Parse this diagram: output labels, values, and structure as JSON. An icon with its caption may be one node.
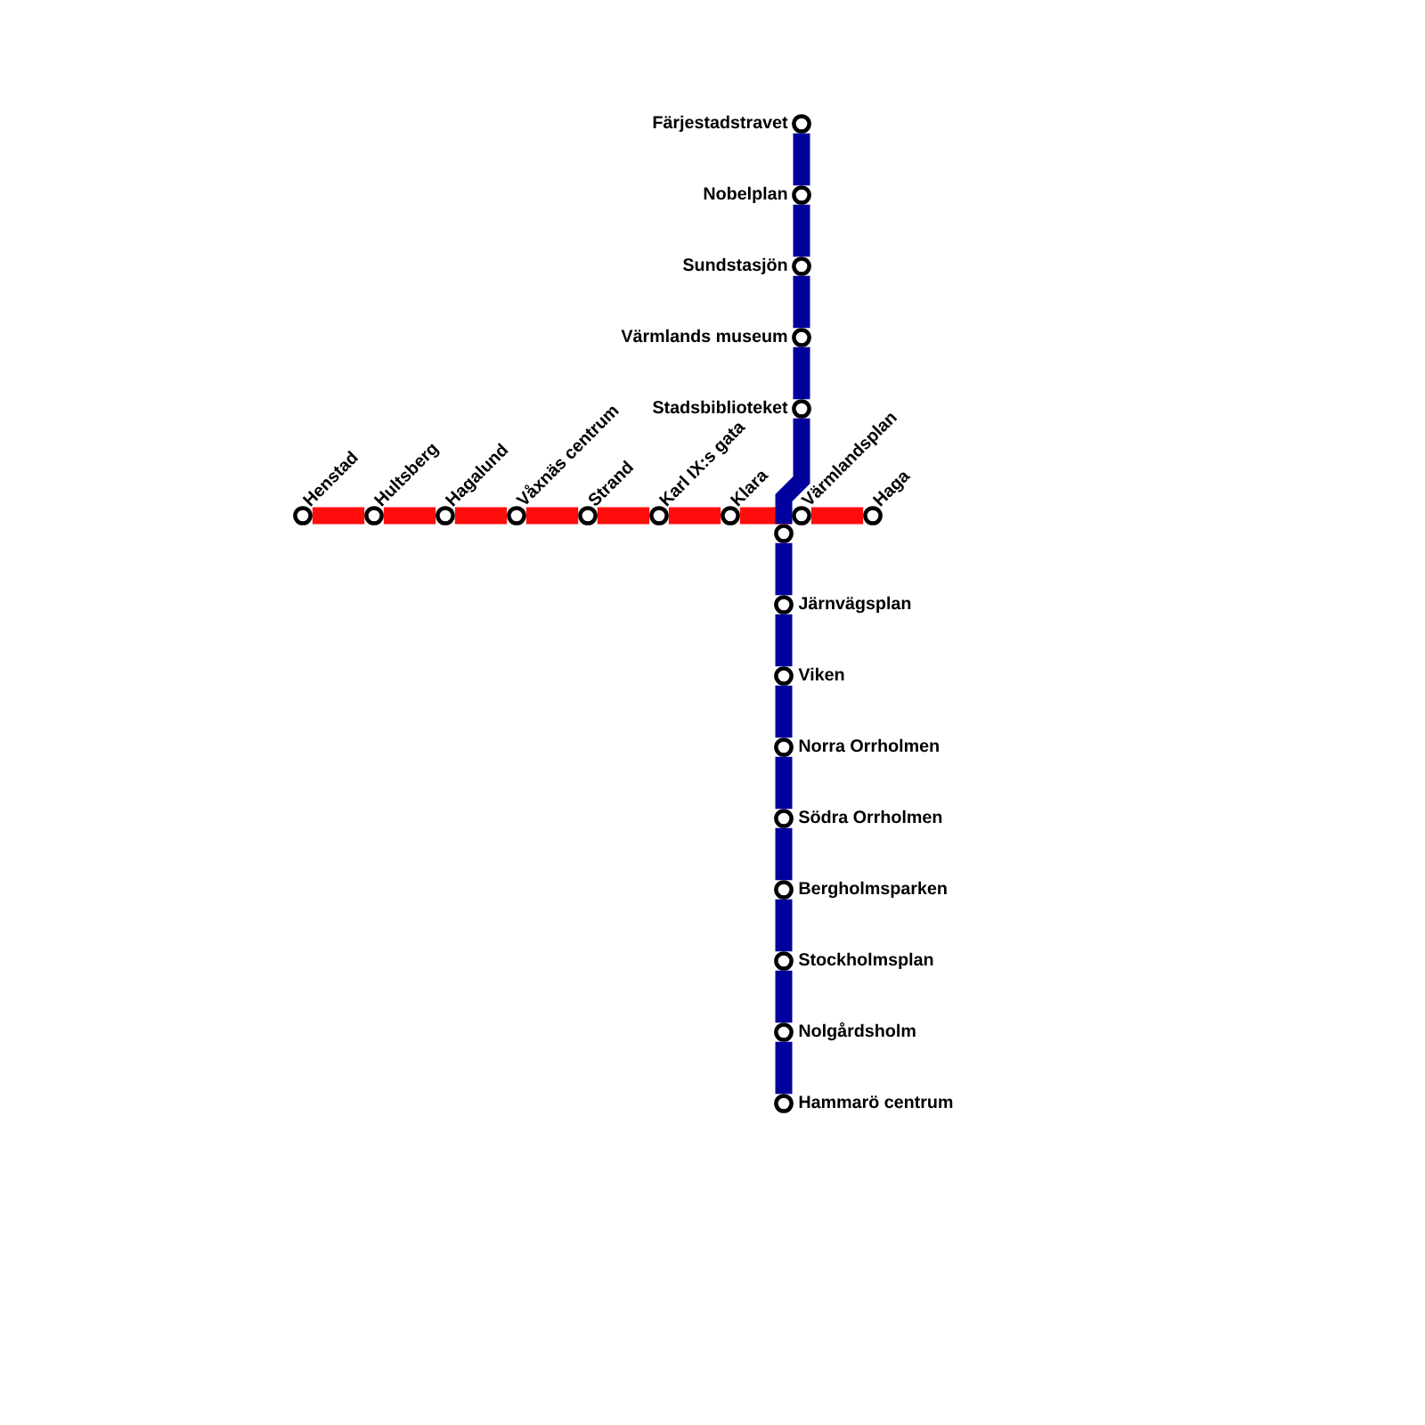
{
  "diagram": {
    "nodes": [
      {
        "text": [
          "Färjestadstravet"
        ]
      },
      {
        "text": [
          "Nobelplan"
        ]
      },
      {
        "text": [
          "Sundstasjön"
        ]
      },
      {
        "text": [
          "Värmlands museum"
        ]
      },
      {
        "text": [
          "Stadsbiblioteket"
        ]
      },
      {
        "text": [
          "Henstad"
        ]
      },
      {
        "text": [
          "Hultsberg"
        ]
      },
      {
        "text": [
          "Hagalund"
        ]
      },
      {
        "text": [
          "Våxnäs centrum"
        ]
      },
      {
        "text": [
          "Strand"
        ]
      },
      {
        "text": [
          "Karl IX:s gata"
        ]
      },
      {
        "text": [
          "Klara"
        ]
      },
      {
        "text": [
          "Värmlandsplan"
        ]
      },
      {
        "text": [
          "Haga"
        ]
      },
      {
        "text": [],
        "shape": "circle"
      },
      {
        "text": [
          "Järnvägsplan"
        ]
      },
      {
        "text": [
          "Viken"
        ]
      },
      {
        "text": [
          "Norra Orrholmen"
        ]
      },
      {
        "text": [
          "Södra Orrholmen"
        ]
      },
      {
        "text": [
          "Bergholmsparken"
        ]
      },
      {
        "text": [
          "Stockholmsplan"
        ]
      },
      {
        "text": [
          "Nolgårdsholm"
        ]
      },
      {
        "text": [
          "Hammarö centrum"
        ]
      }
    ],
    "edges": [
      {
        "from": 5,
        "to": 6,
        "arrow": "none",
        "color": "#ff0d0d"
      },
      {
        "from": 6,
        "to": 7,
        "arrow": "none",
        "color": "#ff0d0d"
      },
      {
        "from": 7,
        "to": 8,
        "arrow": "none",
        "color": "#ff0d0d"
      },
      {
        "from": 8,
        "to": 9,
        "arrow": "none",
        "color": "#ff0d0d"
      },
      {
        "from": 9,
        "to": 10,
        "arrow": "none",
        "color": "#ff0d0d"
      },
      {
        "from": 10,
        "to": 11,
        "arrow": "none",
        "color": "#ff0d0d"
      },
      {
        "from": 11,
        "to": 12,
        "arrow": "none",
        "color": "#ff0d0d"
      },
      {
        "from": 12,
        "to": 13,
        "arrow": "none",
        "color": "#ff0d0d"
      },
      {
        "from": 0,
        "to": 1,
        "arrow": "none"
      },
      {
        "from": 1,
        "to": 2,
        "arrow": "none"
      },
      {
        "from": 2,
        "to": 3,
        "arrow": "none"
      },
      {
        "from": 3,
        "to": 4,
        "arrow": "none"
      },
      {
        "from": 4,
        "to": 14,
        "arrow": "none"
      },
      {
        "from": 14,
        "to": 15,
        "arrow": "none"
      },
      {
        "from": 15,
        "to": 16,
        "arrow": "none"
      },
      {
        "from": 16,
        "to": 17,
        "arrow": "none"
      },
      {
        "from": 17,
        "to": 18,
        "arrow": "none"
      },
      {
        "from": 18,
        "to": 19,
        "arrow": "none"
      },
      {
        "from": 19,
        "to": 20,
        "arrow": "none"
      },
      {
        "from": 20,
        "to": 21,
        "arrow": "none"
      },
      {
        "from": 21,
        "to": 22,
        "arrow": "none"
      }
    ]
  }
}
